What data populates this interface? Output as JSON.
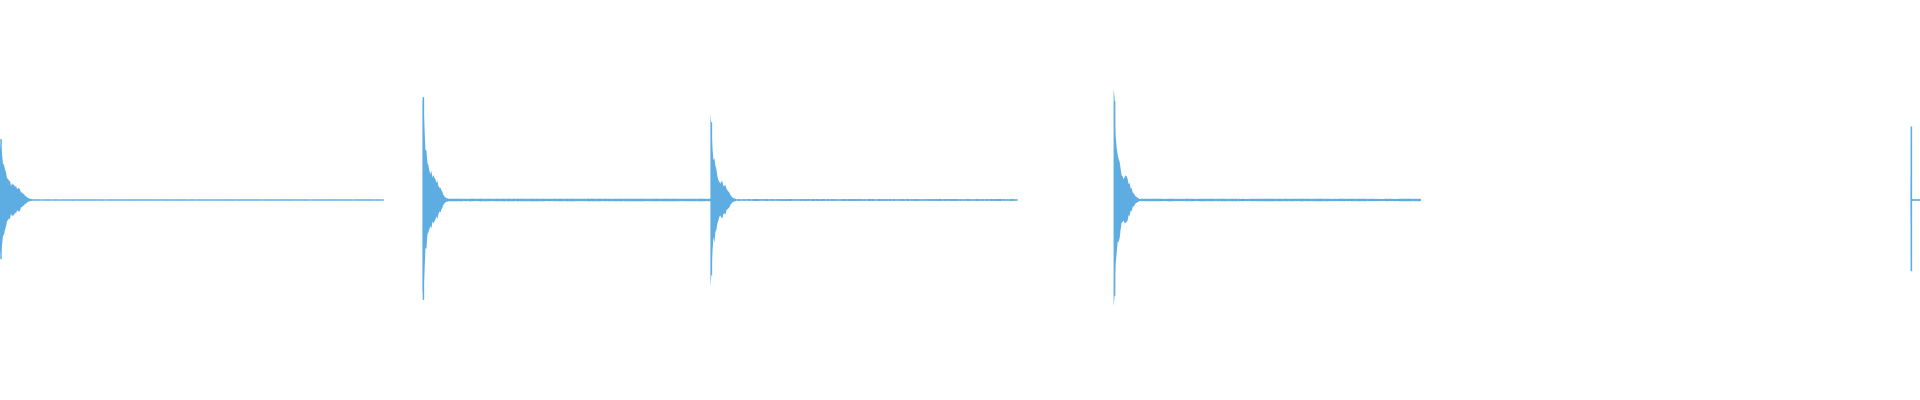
{
  "waveform": {
    "color": "#5dade2",
    "background": "#ffffff",
    "events": [
      {
        "onset": 0.0,
        "amplitude": 0.58,
        "decay": 0.1
      },
      {
        "onset": 0.22,
        "amplitude": 0.98,
        "decay": 0.08
      },
      {
        "onset": 0.37,
        "amplitude": 0.74,
        "decay": 0.08
      },
      {
        "onset": 0.58,
        "amplitude": 0.94,
        "decay": 0.08
      },
      {
        "onset": 0.995,
        "amplitude": 0.7,
        "decay": 0.1
      }
    ]
  }
}
